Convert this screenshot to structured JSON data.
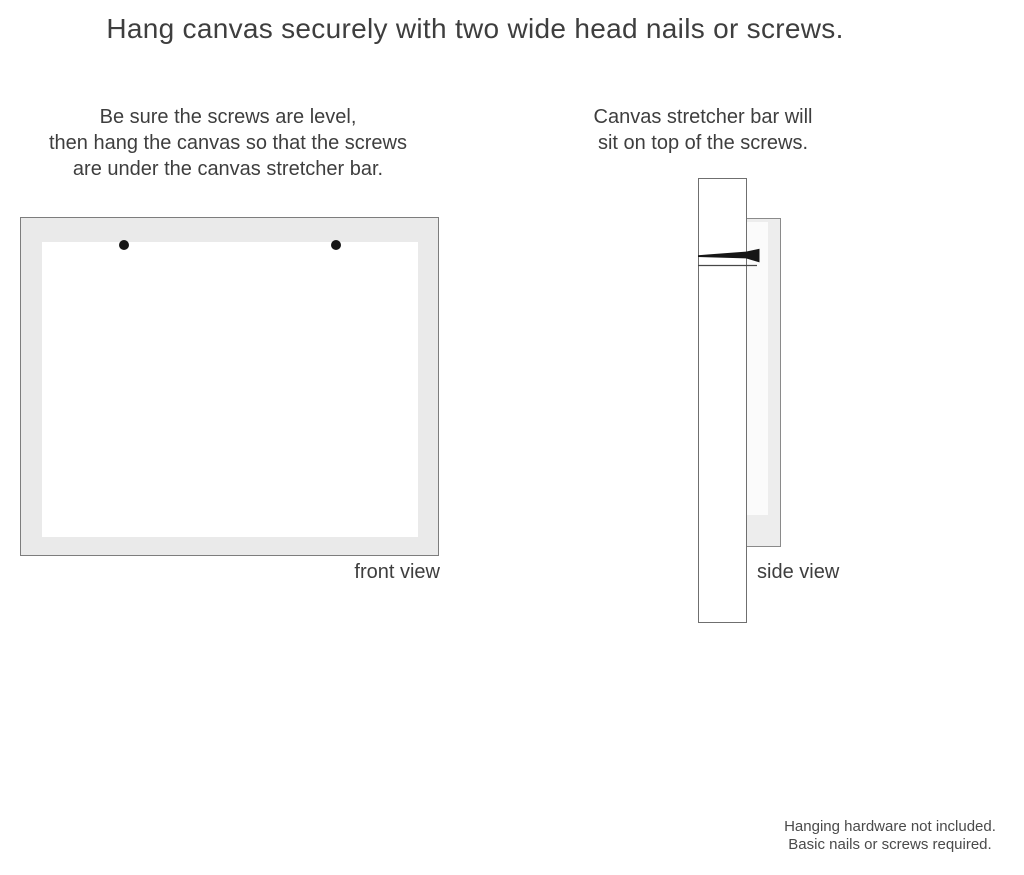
{
  "title": "Hang canvas securely with two wide head nails or screws.",
  "instructions": {
    "left": {
      "line1": "Be sure the screws are level,",
      "line2": "then hang the canvas so that the screws",
      "line3": "are under the canvas stretcher bar."
    },
    "right": {
      "line1": "Canvas stretcher bar will",
      "line2": "sit on top of the screws."
    }
  },
  "diagrams": {
    "front_view": {
      "label": "front view",
      "nail_count": 2
    },
    "side_view": {
      "label": "side view"
    }
  },
  "footer": {
    "line1": "Hanging hardware not included.",
    "line2": "Basic nails or screws required."
  },
  "colors": {
    "canvas_gray": "#eaeaea",
    "side_canvas_gray": "#ededed",
    "border_gray": "#7d7d7d",
    "text_color": "#3e3e3e",
    "nail_black": "#161616",
    "footer_text": "#4a4a4a"
  }
}
